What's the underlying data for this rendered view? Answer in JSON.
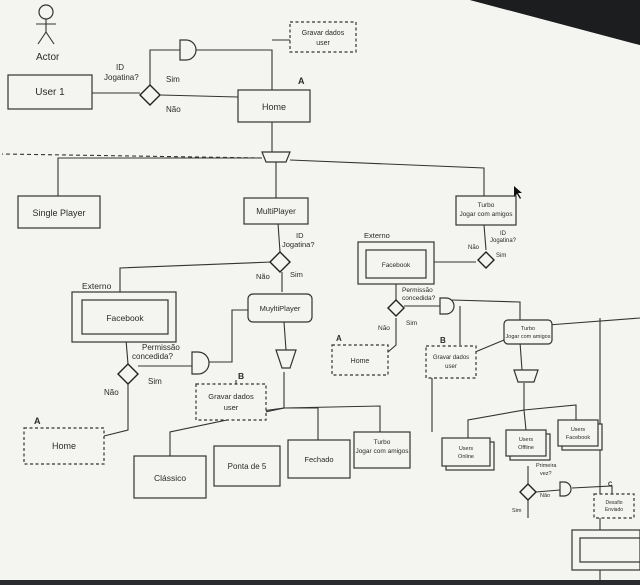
{
  "actor": {
    "label": "Actor"
  },
  "nodes": {
    "user1": "User 1",
    "gravar_top": [
      "Gravar dados",
      "user"
    ],
    "home_main": "Home",
    "marker_a_top": "A",
    "single_player": "Single Player",
    "multiplayer": "MultiPlayer",
    "turbo_right": [
      "Turbo",
      "Jogar com amigos"
    ],
    "externo_left": "Externo",
    "facebook_left": "Facebook",
    "muyltiplayer": "MuyltiPlayer",
    "externo_mid": "Externo",
    "facebook_mid": "Facebook",
    "home_a_left": "Home",
    "marker_a_left": "A",
    "home_a_mid": "Home",
    "marker_a_mid": "A",
    "gravar_b_left": [
      "Gravar dados",
      "user"
    ],
    "marker_b_left": "B",
    "gravar_b_mid": [
      "Gravar dados",
      "user"
    ],
    "marker_b_mid": "B",
    "turbo_mid": [
      "Turbo",
      "Jogar com amigos"
    ],
    "classico": "Clássico",
    "ponta5": "Ponta de 5",
    "fechado": "Fechado",
    "turbo_bottom": [
      "Turbo",
      "Jogar com amigos"
    ],
    "users_online": [
      "Users",
      "Online"
    ],
    "users_offline": [
      "Users",
      "Offline"
    ],
    "users_facebook": [
      "Users",
      "Facebook"
    ],
    "desafio": [
      "Desafio",
      "Enviado"
    ],
    "marker_c": "C"
  },
  "decisions": {
    "id_jogatina_top": [
      "ID",
      "Jogatina?"
    ],
    "id_jogatina_mid": [
      "ID",
      "Jogatina?"
    ],
    "id_jogatina_right": [
      "ID",
      "Jogatina?"
    ],
    "permissao_left": [
      "Permissão",
      "concedida?"
    ],
    "permissao_mid": [
      "Permissão",
      "concedida?"
    ],
    "primeira_vez": [
      "Primeira",
      "vez?"
    ]
  },
  "edge_labels": {
    "sim": "Sim",
    "nao": "Não"
  },
  "colors": {
    "screen": "#f4f4f1",
    "stroke": "#333333",
    "bezel": "#2a2b2e"
  }
}
